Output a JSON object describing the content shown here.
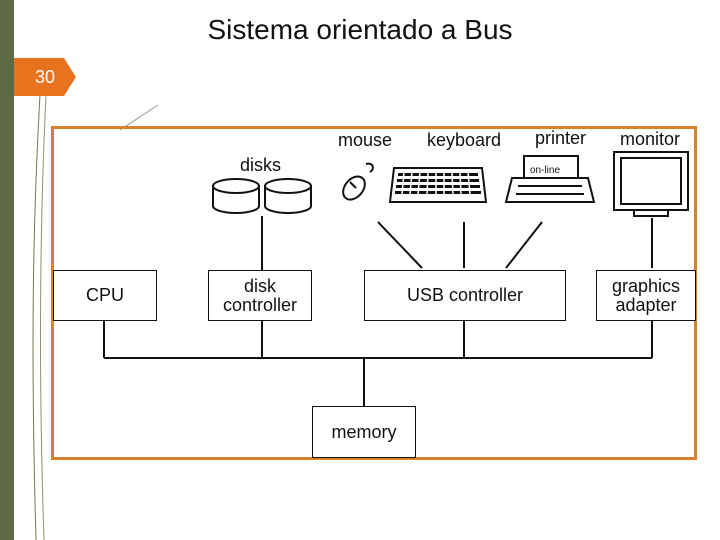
{
  "slide": {
    "title": "Sistema orientado a Bus",
    "page_number": "30"
  },
  "diagram": {
    "devices": {
      "disks": "disks",
      "mouse": "mouse",
      "keyboard": "keyboard",
      "printer": "printer",
      "printer_screen": "on-line",
      "monitor": "monitor"
    },
    "components": {
      "cpu": "CPU",
      "disk_controller": "disk\ncontroller",
      "usb_controller": "USB controller",
      "graphics_adapter": "graphics\nadapter",
      "memory": "memory"
    }
  },
  "colors": {
    "accent": "#e8731f",
    "frame": "#d9822b",
    "sidebar": "#5f6b45"
  }
}
